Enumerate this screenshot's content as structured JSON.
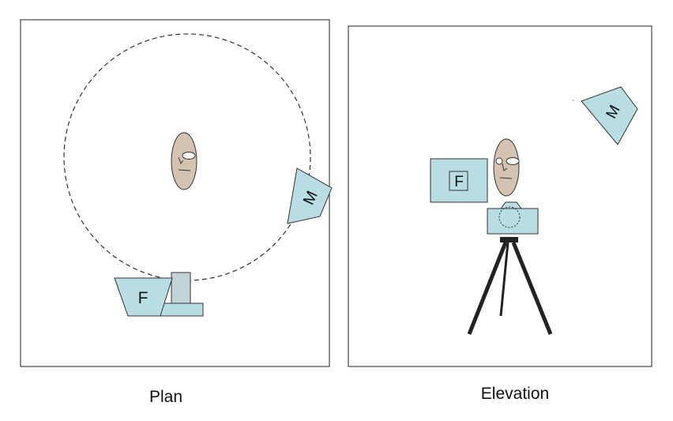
{
  "plan": {
    "caption": "Plan",
    "fill_light_label": "F",
    "main_light_label": "M"
  },
  "elevation": {
    "caption": "Elevation",
    "fill_light_label": "F",
    "main_light_label": "M"
  },
  "colors": {
    "light_fill": "#b8dde3",
    "camera_body": "#c3d4d9",
    "face_fill": "#d4c3b0",
    "frame_stroke": "#222222",
    "tripod": "#222222"
  }
}
